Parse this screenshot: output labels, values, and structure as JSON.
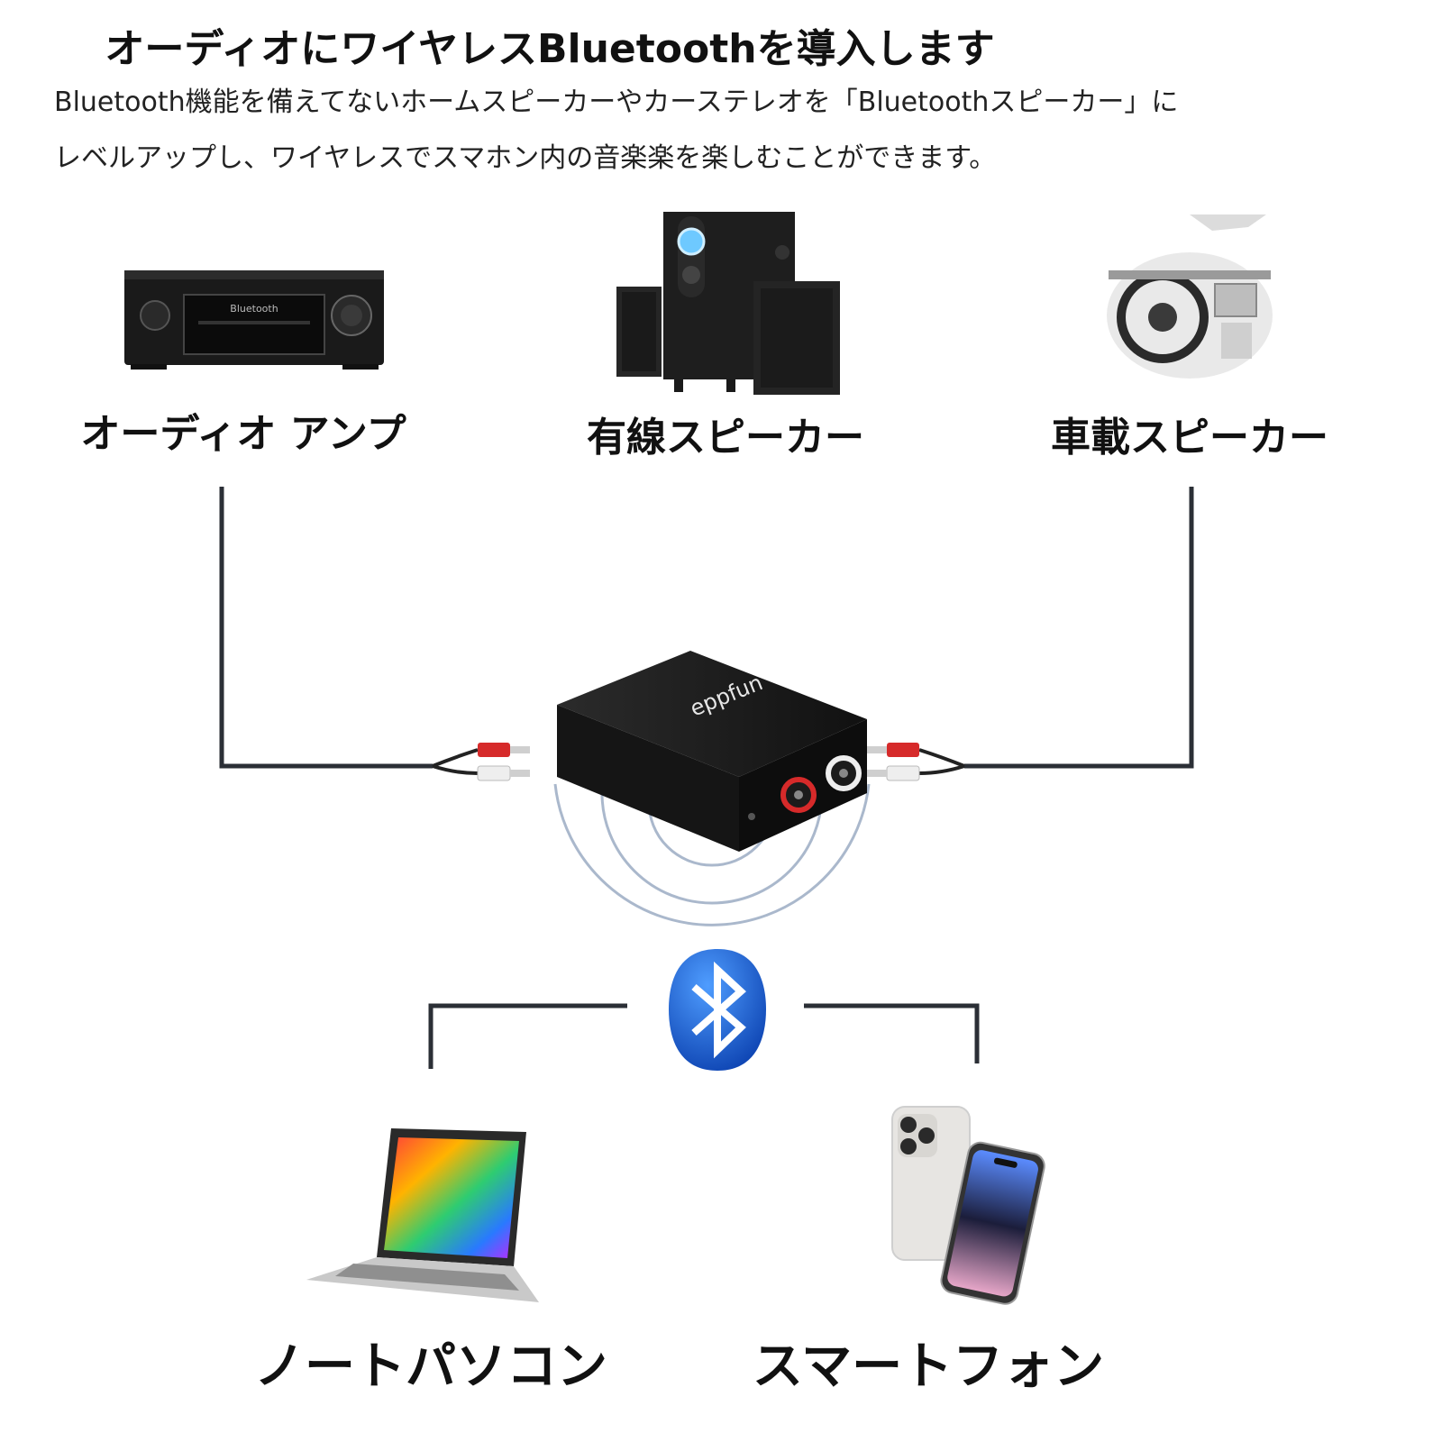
{
  "header": {
    "title": "オーディオにワイヤレスBluetoothを導入します",
    "description_line1": "Bluetooth機能を備えてないホームスピーカーやカーステレオを「Bluetoothスピーカー」に",
    "description_line2": "レベルアップし、ワイヤレスでスマホン内の音楽楽を楽しむことができます。"
  },
  "outputs": [
    {
      "label": "オーディオ アンプ",
      "icon": "audio-amplifier-icon",
      "screen_text": "Bluetooth"
    },
    {
      "label": "有線スピーカー",
      "icon": "wired-speaker-icon"
    },
    {
      "label": "車載スピーカー",
      "icon": "car-dashboard-icon"
    }
  ],
  "device": {
    "brand": "eppfun",
    "icon": "bluetooth-receiver-icon"
  },
  "bluetooth": {
    "icon": "bluetooth-icon",
    "color": "#1a5fd6"
  },
  "sources": [
    {
      "label": "ノートパソコン",
      "icon": "laptop-icon"
    },
    {
      "label": "スマートフォン",
      "icon": "smartphone-icon"
    }
  ],
  "colors": {
    "connector_line": "#2b2f36",
    "wave": "#aab8cc",
    "rca_red": "#d62a2a",
    "rca_white": "#eeeeee"
  }
}
